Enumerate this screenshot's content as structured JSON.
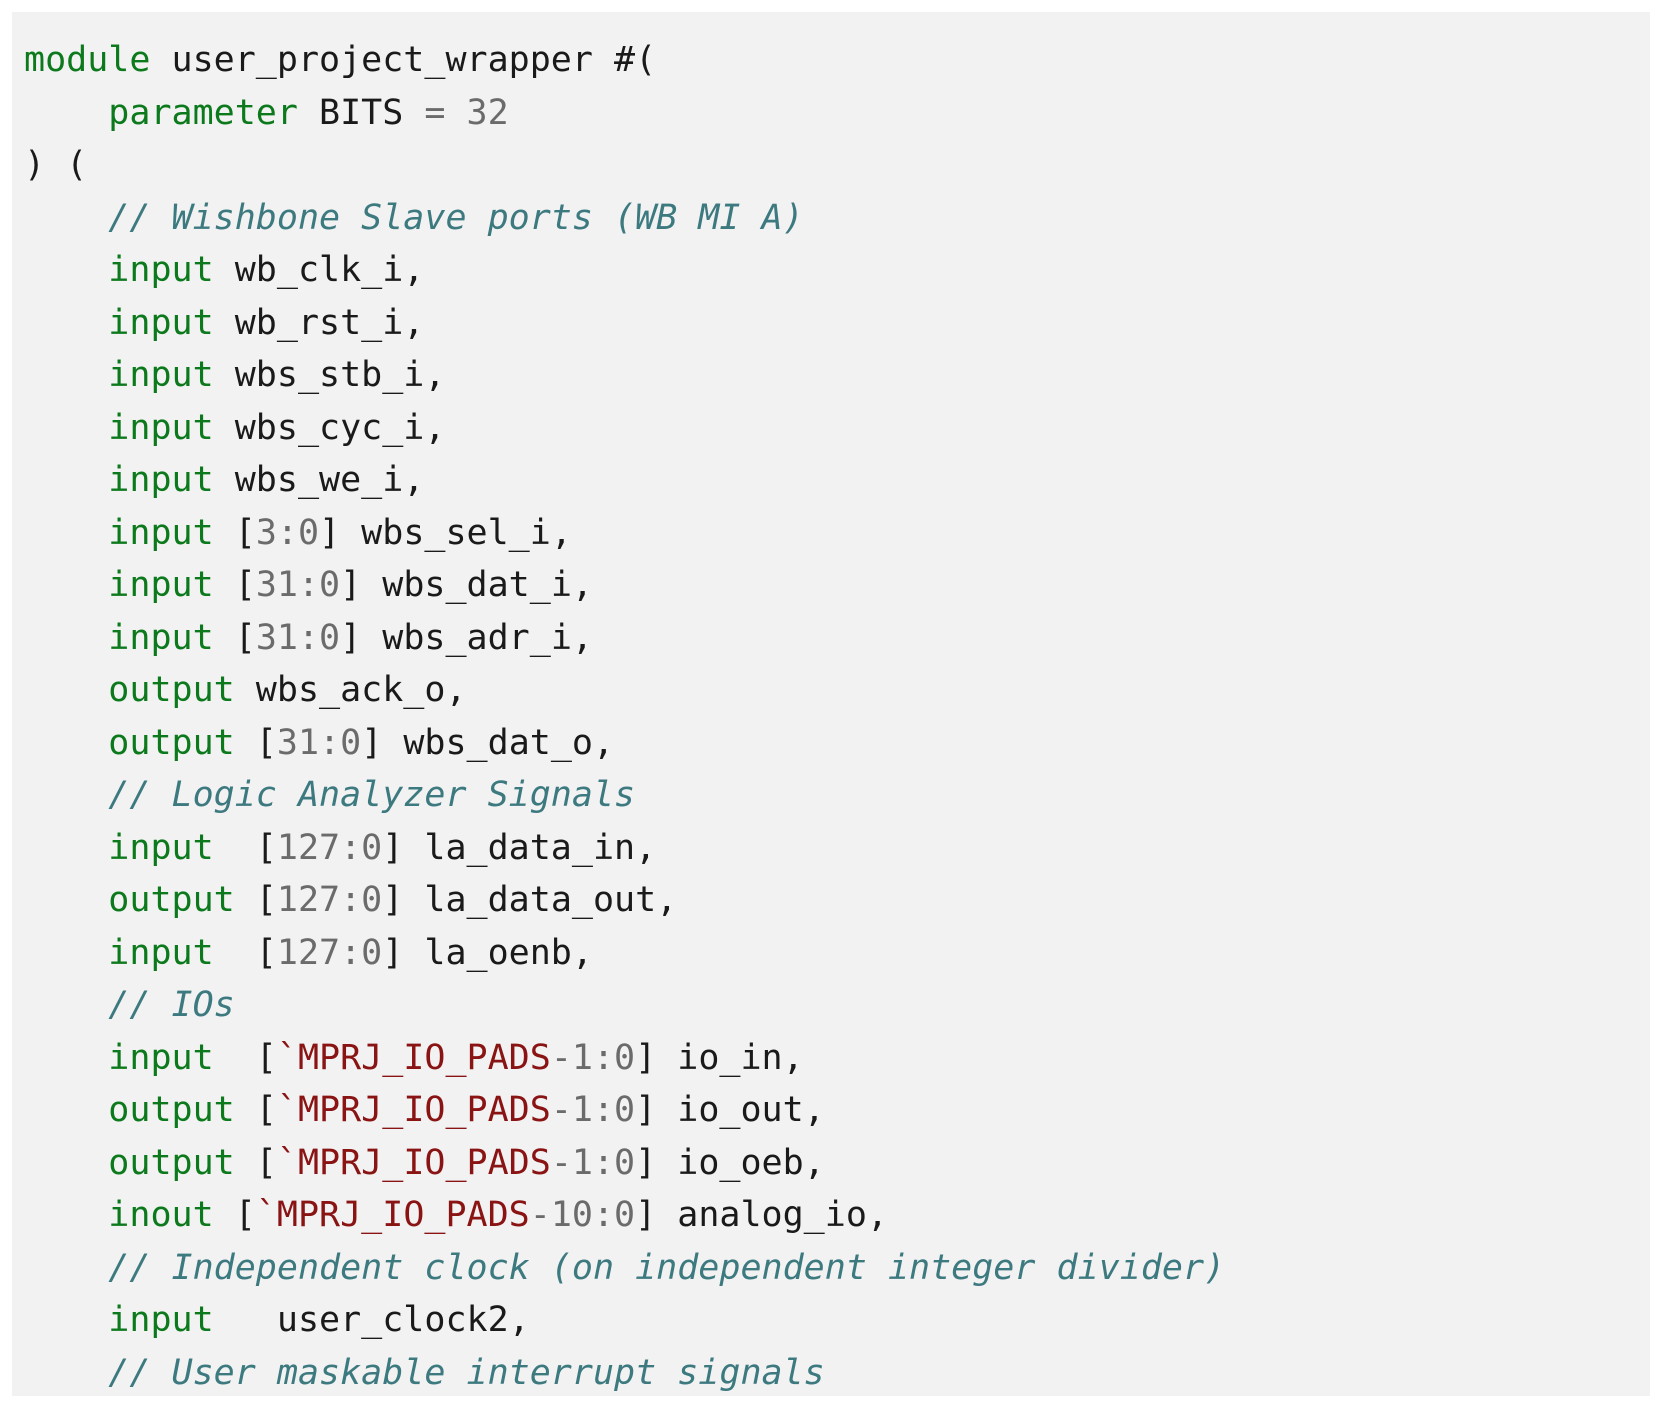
{
  "colors": {
    "background": "#f2f2f2",
    "keyword": "#0c7a1c",
    "comment": "#3d7a80",
    "number": "#6b6b6b",
    "macro": "#8a1414",
    "text": "#1a1a1a"
  },
  "code": {
    "lines": [
      [
        {
          "t": "keyword",
          "v": "module"
        },
        {
          "t": "plain",
          "v": " user_project_wrapper #("
        }
      ],
      [
        {
          "t": "plain",
          "v": "    "
        },
        {
          "t": "keyword",
          "v": "parameter"
        },
        {
          "t": "plain",
          "v": " BITS "
        },
        {
          "t": "op",
          "v": "="
        },
        {
          "t": "plain",
          "v": " "
        },
        {
          "t": "number",
          "v": "32"
        }
      ],
      [
        {
          "t": "plain",
          "v": ") ("
        }
      ],
      [
        {
          "t": "plain",
          "v": "    "
        },
        {
          "t": "comment",
          "v": "// Wishbone Slave ports (WB MI A)"
        }
      ],
      [
        {
          "t": "plain",
          "v": "    "
        },
        {
          "t": "keyword",
          "v": "input"
        },
        {
          "t": "plain",
          "v": " wb_clk_i,"
        }
      ],
      [
        {
          "t": "plain",
          "v": "    "
        },
        {
          "t": "keyword",
          "v": "input"
        },
        {
          "t": "plain",
          "v": " wb_rst_i,"
        }
      ],
      [
        {
          "t": "plain",
          "v": "    "
        },
        {
          "t": "keyword",
          "v": "input"
        },
        {
          "t": "plain",
          "v": " wbs_stb_i,"
        }
      ],
      [
        {
          "t": "plain",
          "v": "    "
        },
        {
          "t": "keyword",
          "v": "input"
        },
        {
          "t": "plain",
          "v": " wbs_cyc_i,"
        }
      ],
      [
        {
          "t": "plain",
          "v": "    "
        },
        {
          "t": "keyword",
          "v": "input"
        },
        {
          "t": "plain",
          "v": " wbs_we_i,"
        }
      ],
      [
        {
          "t": "plain",
          "v": "    "
        },
        {
          "t": "keyword",
          "v": "input"
        },
        {
          "t": "plain",
          "v": " ["
        },
        {
          "t": "number",
          "v": "3:0"
        },
        {
          "t": "plain",
          "v": "] wbs_sel_i,"
        }
      ],
      [
        {
          "t": "plain",
          "v": "    "
        },
        {
          "t": "keyword",
          "v": "input"
        },
        {
          "t": "plain",
          "v": " ["
        },
        {
          "t": "number",
          "v": "31:0"
        },
        {
          "t": "plain",
          "v": "] wbs_dat_i,"
        }
      ],
      [
        {
          "t": "plain",
          "v": "    "
        },
        {
          "t": "keyword",
          "v": "input"
        },
        {
          "t": "plain",
          "v": " ["
        },
        {
          "t": "number",
          "v": "31:0"
        },
        {
          "t": "plain",
          "v": "] wbs_adr_i,"
        }
      ],
      [
        {
          "t": "plain",
          "v": "    "
        },
        {
          "t": "keyword",
          "v": "output"
        },
        {
          "t": "plain",
          "v": " wbs_ack_o,"
        }
      ],
      [
        {
          "t": "plain",
          "v": "    "
        },
        {
          "t": "keyword",
          "v": "output"
        },
        {
          "t": "plain",
          "v": " ["
        },
        {
          "t": "number",
          "v": "31:0"
        },
        {
          "t": "plain",
          "v": "] wbs_dat_o,"
        }
      ],
      [
        {
          "t": "plain",
          "v": "    "
        },
        {
          "t": "comment",
          "v": "// Logic Analyzer Signals"
        }
      ],
      [
        {
          "t": "plain",
          "v": "    "
        },
        {
          "t": "keyword",
          "v": "input"
        },
        {
          "t": "plain",
          "v": "  ["
        },
        {
          "t": "number",
          "v": "127:0"
        },
        {
          "t": "plain",
          "v": "] la_data_in,"
        }
      ],
      [
        {
          "t": "plain",
          "v": "    "
        },
        {
          "t": "keyword",
          "v": "output"
        },
        {
          "t": "plain",
          "v": " ["
        },
        {
          "t": "number",
          "v": "127:0"
        },
        {
          "t": "plain",
          "v": "] la_data_out,"
        }
      ],
      [
        {
          "t": "plain",
          "v": "    "
        },
        {
          "t": "keyword",
          "v": "input"
        },
        {
          "t": "plain",
          "v": "  ["
        },
        {
          "t": "number",
          "v": "127:0"
        },
        {
          "t": "plain",
          "v": "] la_oenb,"
        }
      ],
      [
        {
          "t": "plain",
          "v": "    "
        },
        {
          "t": "comment",
          "v": "// IOs"
        }
      ],
      [
        {
          "t": "plain",
          "v": "    "
        },
        {
          "t": "keyword",
          "v": "input"
        },
        {
          "t": "plain",
          "v": "  ["
        },
        {
          "t": "macro",
          "v": "`MPRJ_IO_PADS"
        },
        {
          "t": "number",
          "v": "-1:0"
        },
        {
          "t": "plain",
          "v": "] io_in,"
        }
      ],
      [
        {
          "t": "plain",
          "v": "    "
        },
        {
          "t": "keyword",
          "v": "output"
        },
        {
          "t": "plain",
          "v": " ["
        },
        {
          "t": "macro",
          "v": "`MPRJ_IO_PADS"
        },
        {
          "t": "number",
          "v": "-1:0"
        },
        {
          "t": "plain",
          "v": "] io_out,"
        }
      ],
      [
        {
          "t": "plain",
          "v": "    "
        },
        {
          "t": "keyword",
          "v": "output"
        },
        {
          "t": "plain",
          "v": " ["
        },
        {
          "t": "macro",
          "v": "`MPRJ_IO_PADS"
        },
        {
          "t": "number",
          "v": "-1:0"
        },
        {
          "t": "plain",
          "v": "] io_oeb,"
        }
      ],
      [
        {
          "t": "plain",
          "v": "    "
        },
        {
          "t": "keyword",
          "v": "inout"
        },
        {
          "t": "plain",
          "v": " ["
        },
        {
          "t": "macro",
          "v": "`MPRJ_IO_PADS"
        },
        {
          "t": "number",
          "v": "-10:0"
        },
        {
          "t": "plain",
          "v": "] analog_io,"
        }
      ],
      [
        {
          "t": "plain",
          "v": "    "
        },
        {
          "t": "comment",
          "v": "// Independent clock (on independent integer divider)"
        }
      ],
      [
        {
          "t": "plain",
          "v": "    "
        },
        {
          "t": "keyword",
          "v": "input"
        },
        {
          "t": "plain",
          "v": "   user_clock2,"
        }
      ],
      [
        {
          "t": "plain",
          "v": "    "
        },
        {
          "t": "comment",
          "v": "// User maskable interrupt signals"
        }
      ]
    ]
  }
}
